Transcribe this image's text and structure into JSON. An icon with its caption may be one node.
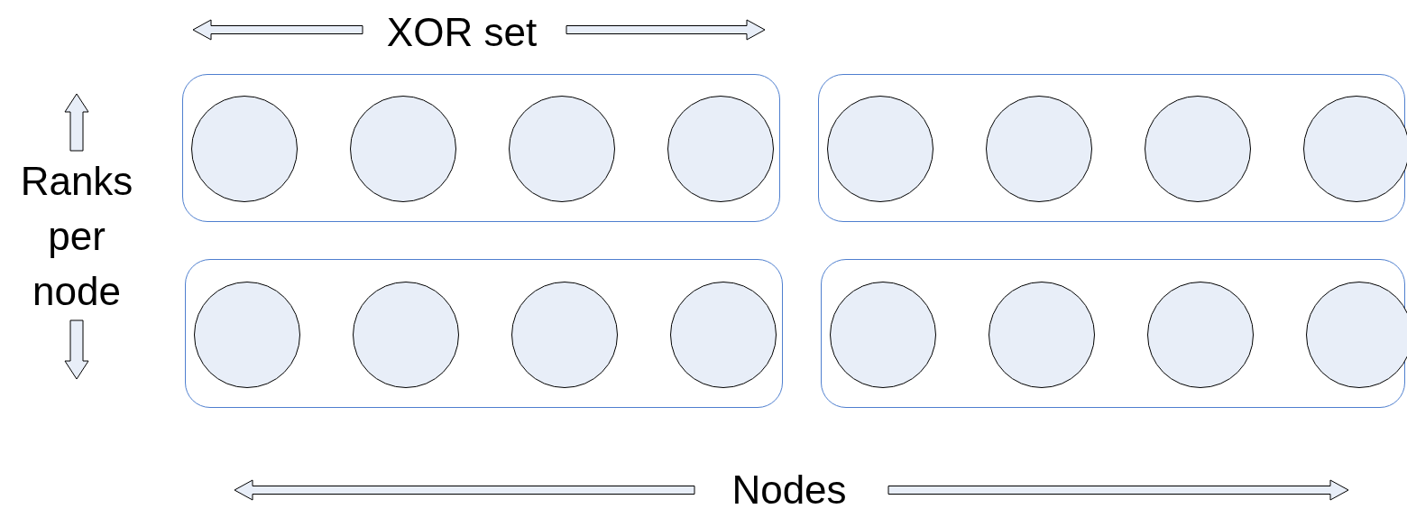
{
  "diagram": {
    "nodes": [
      {
        "text": [],
        "shape": "box"
      },
      {
        "text": [],
        "shape": "circle",
        "in": 0
      },
      {
        "text": [],
        "shape": "circle",
        "in": 0
      },
      {
        "text": [],
        "shape": "circle",
        "in": 0
      },
      {
        "text": [],
        "shape": "circle",
        "in": 0
      },
      {
        "text": [],
        "shape": "box"
      },
      {
        "text": [],
        "shape": "circle",
        "in": 5
      },
      {
        "text": [],
        "shape": "circle",
        "in": 5
      },
      {
        "text": [],
        "shape": "circle",
        "in": 5
      },
      {
        "text": [],
        "shape": "circle",
        "in": 5
      },
      {
        "text": [],
        "shape": "box"
      },
      {
        "text": [],
        "shape": "circle",
        "in": 10
      },
      {
        "text": [],
        "shape": "circle",
        "in": 10
      },
      {
        "text": [],
        "shape": "circle",
        "in": 10
      },
      {
        "text": [],
        "shape": "circle",
        "in": 10
      },
      {
        "text": [],
        "shape": "box"
      },
      {
        "text": [],
        "shape": "circle",
        "in": 15
      },
      {
        "text": [],
        "shape": "circle",
        "in": 15
      },
      {
        "text": [],
        "shape": "circle",
        "in": 15
      },
      {
        "text": [],
        "shape": "circle",
        "in": 15
      }
    ],
    "edges": [],
    "labels": [
      "XOR set",
      "Ranks per node",
      "Nodes"
    ]
  }
}
